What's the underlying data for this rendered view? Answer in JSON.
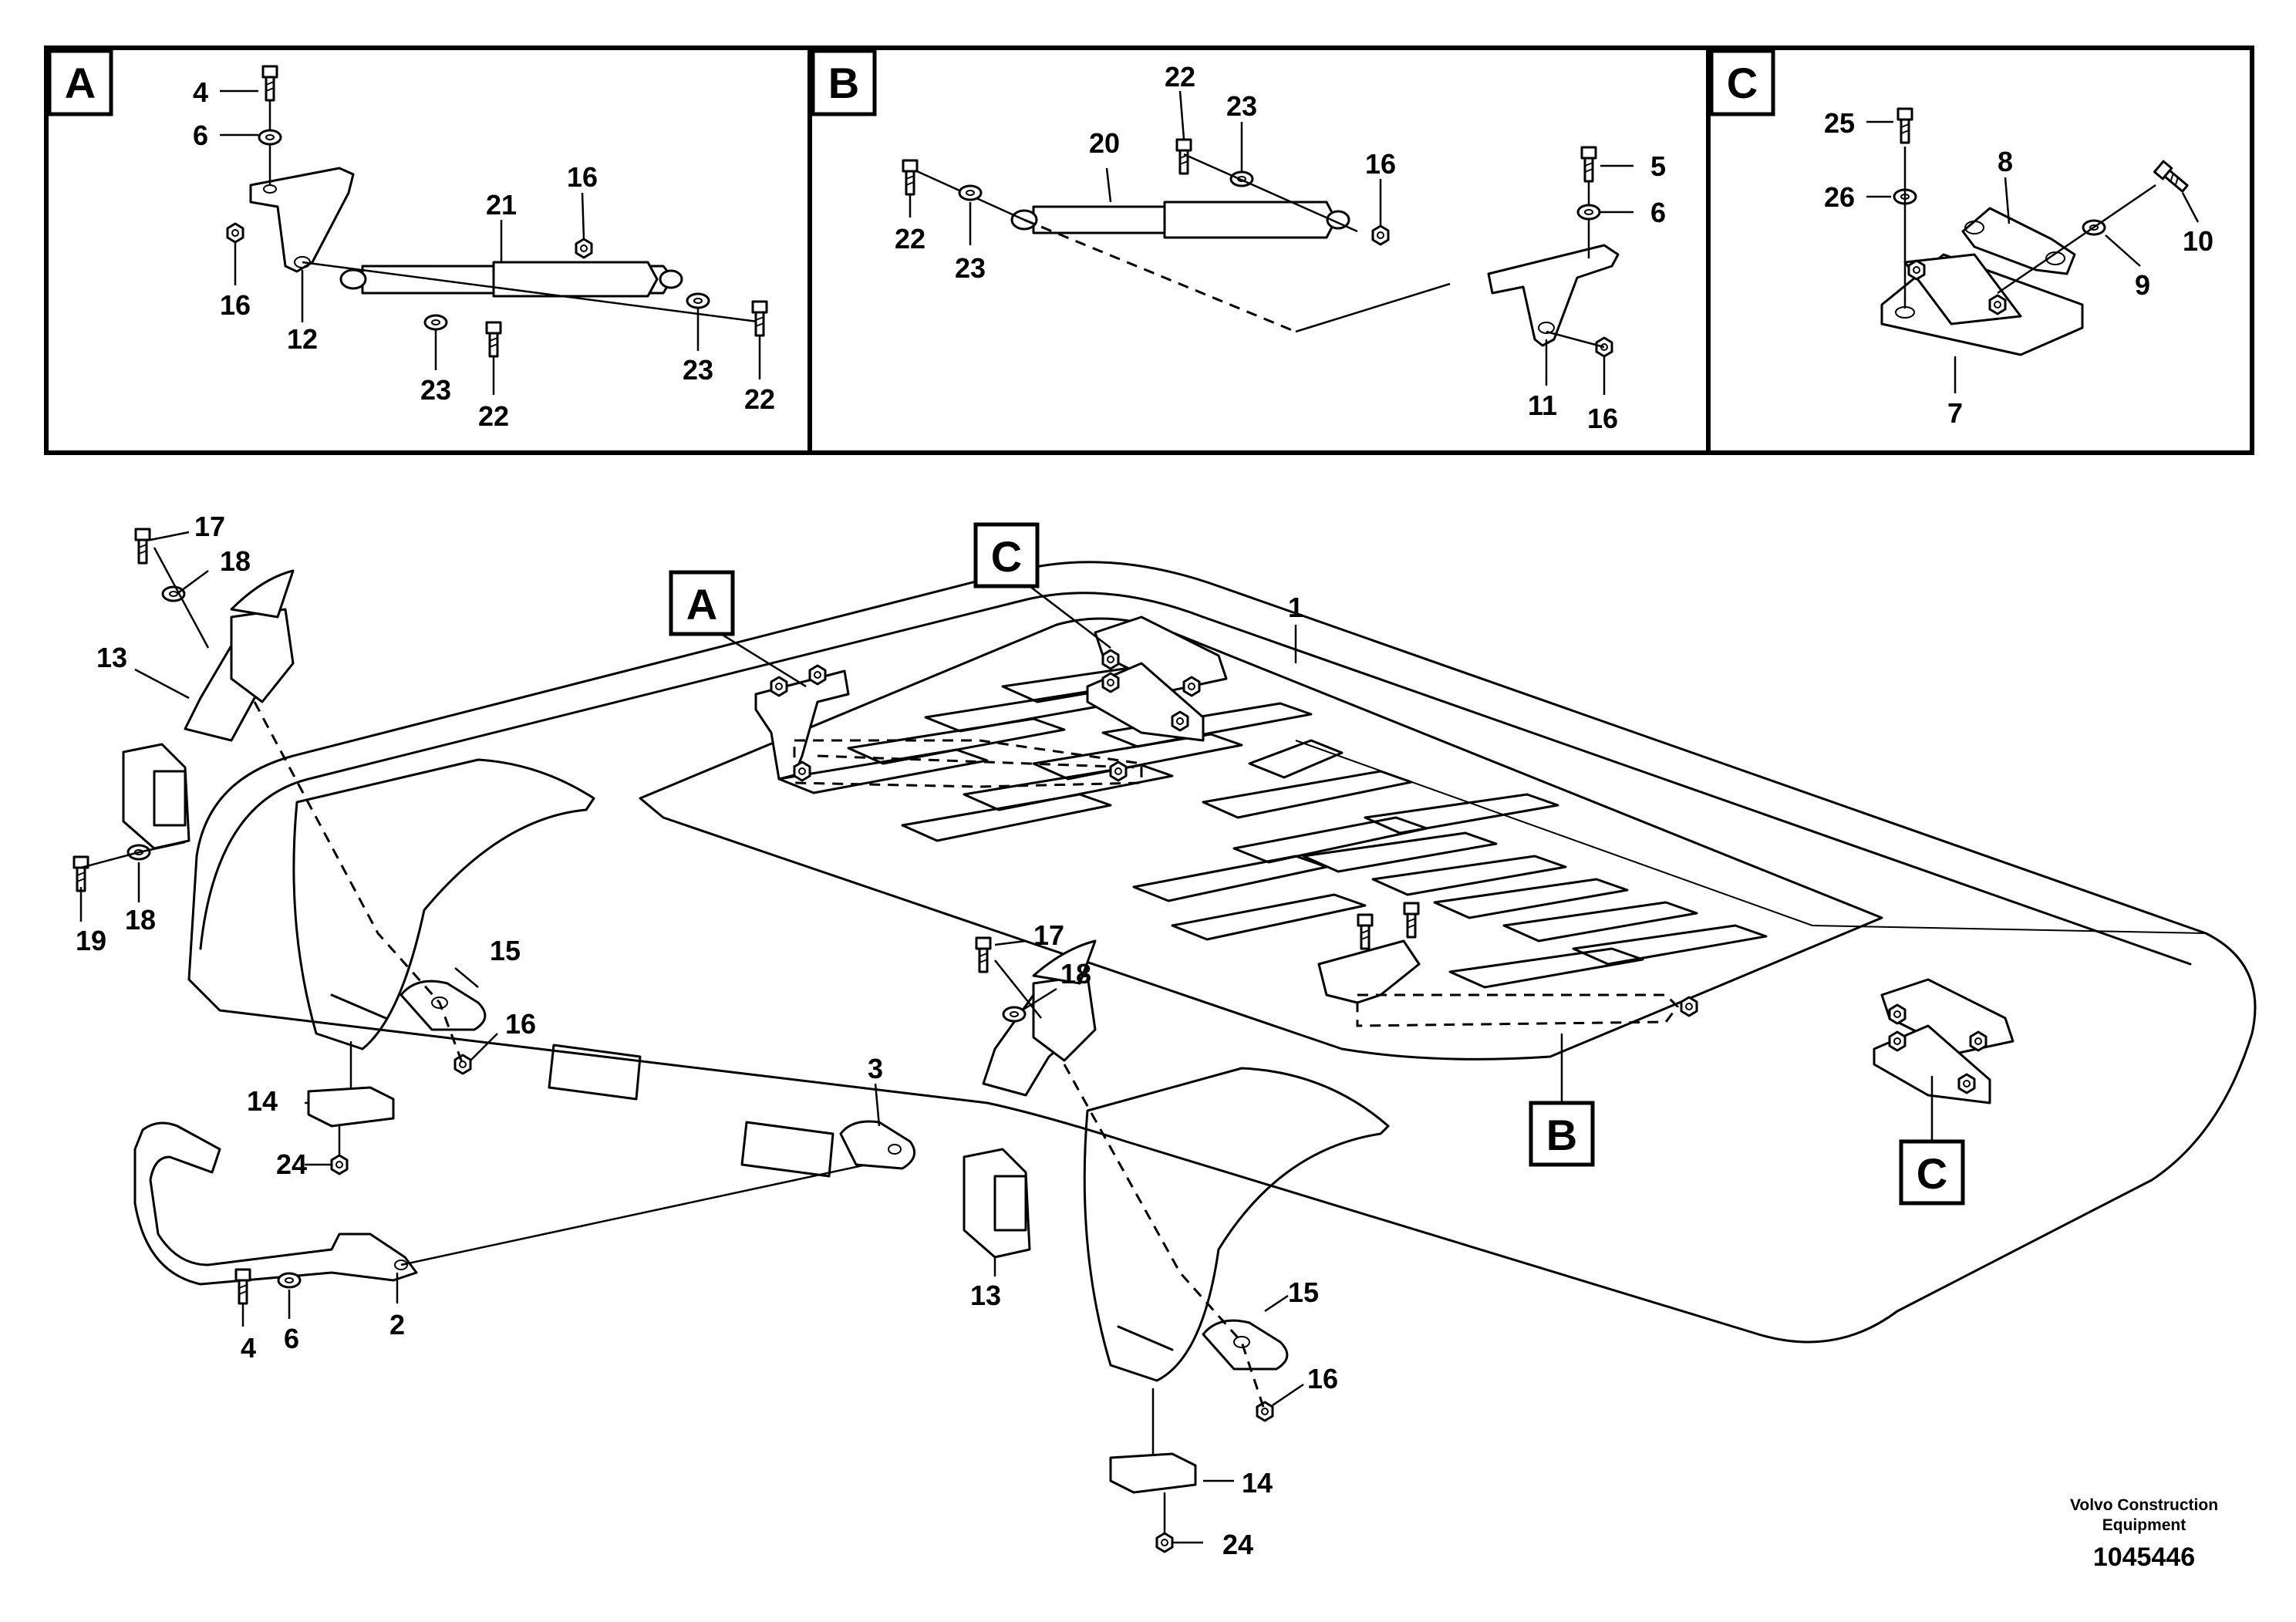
{
  "panels": [
    {
      "id": "A",
      "title": "A"
    },
    {
      "id": "B",
      "title": "B"
    },
    {
      "id": "C",
      "title": "C"
    }
  ],
  "callout_tags": {
    "a": "A",
    "b": "B",
    "c1": "C",
    "c2": "C"
  },
  "labels": {
    "pa_4": "4",
    "pa_6": "6",
    "pa_21": "21",
    "pa_16a": "16",
    "pa_16b": "16",
    "pa_12": "12",
    "pa_23a": "23",
    "pa_22a": "22",
    "pa_23b": "23",
    "pa_22b": "22",
    "pb_22a": "22",
    "pb_23a": "23",
    "pb_20": "20",
    "pb_16a": "16",
    "pb_5": "5",
    "pb_6": "6",
    "pb_22b": "22",
    "pb_23b": "23",
    "pb_11": "11",
    "pb_16b": "16",
    "pc_25": "25",
    "pc_8": "8",
    "pc_26": "26",
    "pc_10": "10",
    "pc_9": "9",
    "pc_7": "7",
    "m_17a": "17",
    "m_18a": "18",
    "m_13a": "13",
    "m_19": "19",
    "m_18b": "18",
    "m_15a": "15",
    "m_16a": "16",
    "m_14a": "14",
    "m_24a": "24",
    "m_4": "4",
    "m_6": "6",
    "m_2": "2",
    "m_3": "3",
    "m_17b": "17",
    "m_18c": "18",
    "m_13b": "13",
    "m_15b": "15",
    "m_16b": "16",
    "m_14b": "14",
    "m_24b": "24",
    "m_1": "1"
  },
  "footer": {
    "brand_line1": "Volvo Construction",
    "brand_line2": "Equipment",
    "doc_number": "1045446"
  }
}
